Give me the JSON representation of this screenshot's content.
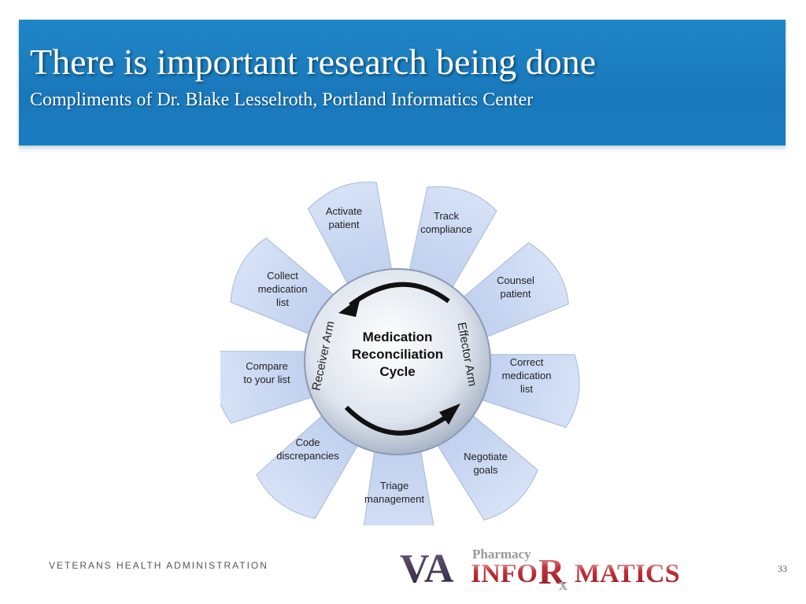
{
  "slide": {
    "title": "There is important research being done",
    "subtitle": "Compliments of Dr. Blake Lesselroth, Portland Informatics Center",
    "banner_color": "#1a7dbf"
  },
  "diagram": {
    "center_label": "Medication Reconciliation Cycle",
    "center_lines": [
      "Medication",
      "Reconciliation",
      "Cycle"
    ],
    "left_arm": "Receiver Arm",
    "right_arm": "Effector Arm",
    "petal_color": "#c9d8f0",
    "steps": [
      {
        "label": "Activate patient",
        "lines": [
          "Activate",
          "patient"
        ]
      },
      {
        "label": "Track compliance",
        "lines": [
          "Track",
          "compliance"
        ]
      },
      {
        "label": "Counsel patient",
        "lines": [
          "Counsel",
          "patient"
        ]
      },
      {
        "label": "Correct medication list",
        "lines": [
          "Correct",
          "medication",
          "list"
        ]
      },
      {
        "label": "Negotiate goals",
        "lines": [
          "Negotiate",
          "goals"
        ]
      },
      {
        "label": "Triage management",
        "lines": [
          "Triage",
          "management"
        ]
      },
      {
        "label": "Code discrepancies",
        "lines": [
          "Code",
          "discrepancies"
        ]
      },
      {
        "label": "Compare to your list",
        "lines": [
          "Compare",
          "to your list"
        ]
      },
      {
        "label": "Collect medication list",
        "lines": [
          "Collect",
          "medication",
          "list"
        ]
      }
    ]
  },
  "footer": {
    "organization": "VETERANS HEALTH ADMINISTRATION",
    "logo_va": "VA",
    "logo_pharmacy": "Pharmacy",
    "logo_info": "INFO",
    "logo_rx": "Rx",
    "logo_matics": "MATICS",
    "page_number": "33"
  }
}
